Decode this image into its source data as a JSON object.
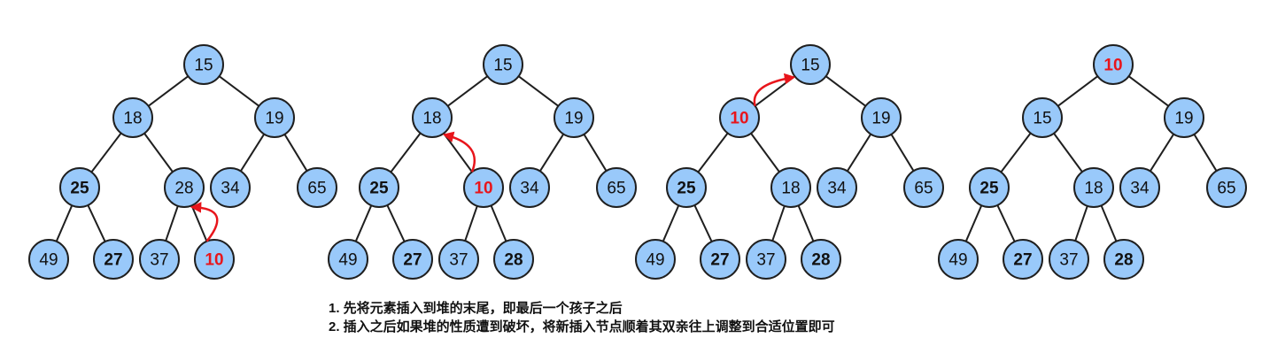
{
  "trees": [
    {
      "nodes": [
        {
          "id": "n0",
          "value": "15"
        },
        {
          "id": "n1",
          "value": "18"
        },
        {
          "id": "n2",
          "value": "19"
        },
        {
          "id": "n3",
          "value": "25",
          "bold": true
        },
        {
          "id": "n4",
          "value": "28"
        },
        {
          "id": "n5",
          "value": "34"
        },
        {
          "id": "n6",
          "value": "65"
        },
        {
          "id": "n7",
          "value": "49"
        },
        {
          "id": "n8",
          "value": "27",
          "bold": true
        },
        {
          "id": "n9",
          "value": "37"
        },
        {
          "id": "n10",
          "value": "10",
          "highlight": true
        }
      ],
      "arrow": {
        "from": "n10",
        "to": "n4"
      }
    },
    {
      "nodes": [
        {
          "id": "n0",
          "value": "15"
        },
        {
          "id": "n1",
          "value": "18"
        },
        {
          "id": "n2",
          "value": "19"
        },
        {
          "id": "n3",
          "value": "25",
          "bold": true
        },
        {
          "id": "n4",
          "value": "10",
          "highlight": true
        },
        {
          "id": "n5",
          "value": "34"
        },
        {
          "id": "n6",
          "value": "65"
        },
        {
          "id": "n7",
          "value": "49"
        },
        {
          "id": "n8",
          "value": "27",
          "bold": true
        },
        {
          "id": "n9",
          "value": "37"
        },
        {
          "id": "n10",
          "value": "28",
          "bold": true
        }
      ],
      "arrow": {
        "from": "n4",
        "to": "n1"
      }
    },
    {
      "nodes": [
        {
          "id": "n0",
          "value": "15"
        },
        {
          "id": "n1",
          "value": "10",
          "highlight": true
        },
        {
          "id": "n2",
          "value": "19"
        },
        {
          "id": "n3",
          "value": "25",
          "bold": true
        },
        {
          "id": "n4",
          "value": "18"
        },
        {
          "id": "n5",
          "value": "34"
        },
        {
          "id": "n6",
          "value": "65"
        },
        {
          "id": "n7",
          "value": "49"
        },
        {
          "id": "n8",
          "value": "27",
          "bold": true
        },
        {
          "id": "n9",
          "value": "37"
        },
        {
          "id": "n10",
          "value": "28",
          "bold": true
        }
      ],
      "arrow": {
        "from": "n1",
        "to": "n0"
      }
    },
    {
      "nodes": [
        {
          "id": "n0",
          "value": "10",
          "highlight": true
        },
        {
          "id": "n1",
          "value": "15"
        },
        {
          "id": "n2",
          "value": "19"
        },
        {
          "id": "n3",
          "value": "25",
          "bold": true
        },
        {
          "id": "n4",
          "value": "18"
        },
        {
          "id": "n5",
          "value": "34"
        },
        {
          "id": "n6",
          "value": "65"
        },
        {
          "id": "n7",
          "value": "49"
        },
        {
          "id": "n8",
          "value": "27",
          "bold": true
        },
        {
          "id": "n9",
          "value": "37"
        },
        {
          "id": "n10",
          "value": "28",
          "bold": true
        }
      ],
      "arrow": null
    }
  ],
  "notes": [
    "1. 先将元素插入到堆的末尾，即最后一个孩子之后",
    "2. 插入之后如果堆的性质遭到破坏，将新插入节点顺着其双亲往上调整到合适位置即可"
  ],
  "colors": {
    "node_fill": "#99c9fa",
    "node_stroke": "#1f1f1f",
    "highlight_text": "#e8151b",
    "arrow": "#e8151b"
  }
}
